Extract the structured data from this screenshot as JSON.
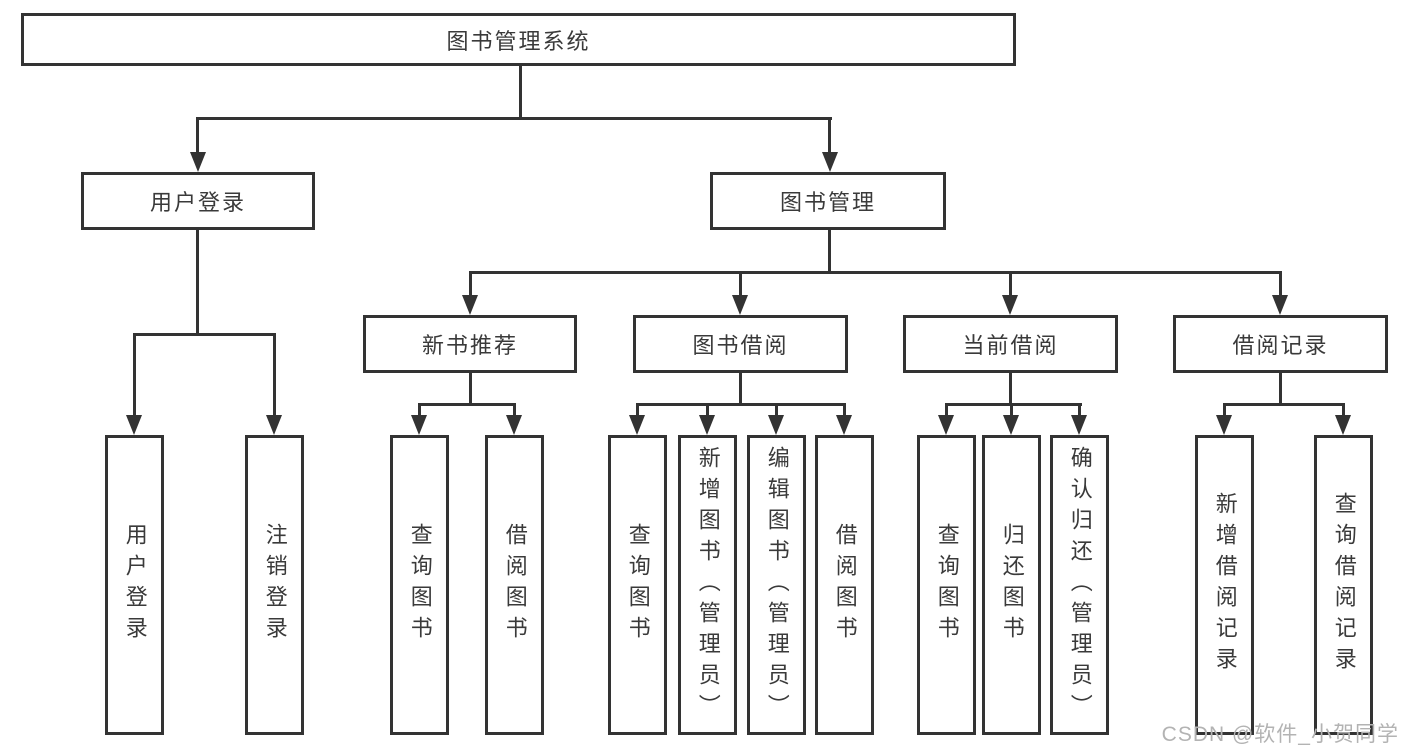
{
  "tree": {
    "root": {
      "label": "图书管理系统"
    },
    "branches": [
      {
        "label": "用户登录",
        "children": [
          {
            "label": "用户登录"
          },
          {
            "label": "注销登录"
          }
        ]
      },
      {
        "label": "图书管理",
        "children": [
          {
            "label": "新书推荐",
            "children": [
              {
                "label": "查询图书"
              },
              {
                "label": "借阅图书"
              }
            ]
          },
          {
            "label": "图书借阅",
            "children": [
              {
                "label": "查询图书"
              },
              {
                "label": "新增图书（管理员）"
              },
              {
                "label": "编辑图书（管理员）"
              },
              {
                "label": "借阅图书"
              }
            ]
          },
          {
            "label": "当前借阅",
            "children": [
              {
                "label": "查询图书"
              },
              {
                "label": "归还图书"
              },
              {
                "label": "确认归还（管理员）"
              }
            ]
          },
          {
            "label": "借阅记录",
            "children": [
              {
                "label": "新增借阅记录"
              },
              {
                "label": "查询借阅记录"
              }
            ]
          }
        ]
      }
    ]
  },
  "watermark": {
    "text": "CSDN @软件_小贺同学"
  },
  "colors": {
    "line": "#333333",
    "text": "#3a3a3a",
    "background": "#ffffff",
    "watermark": "#b3b3b3"
  }
}
